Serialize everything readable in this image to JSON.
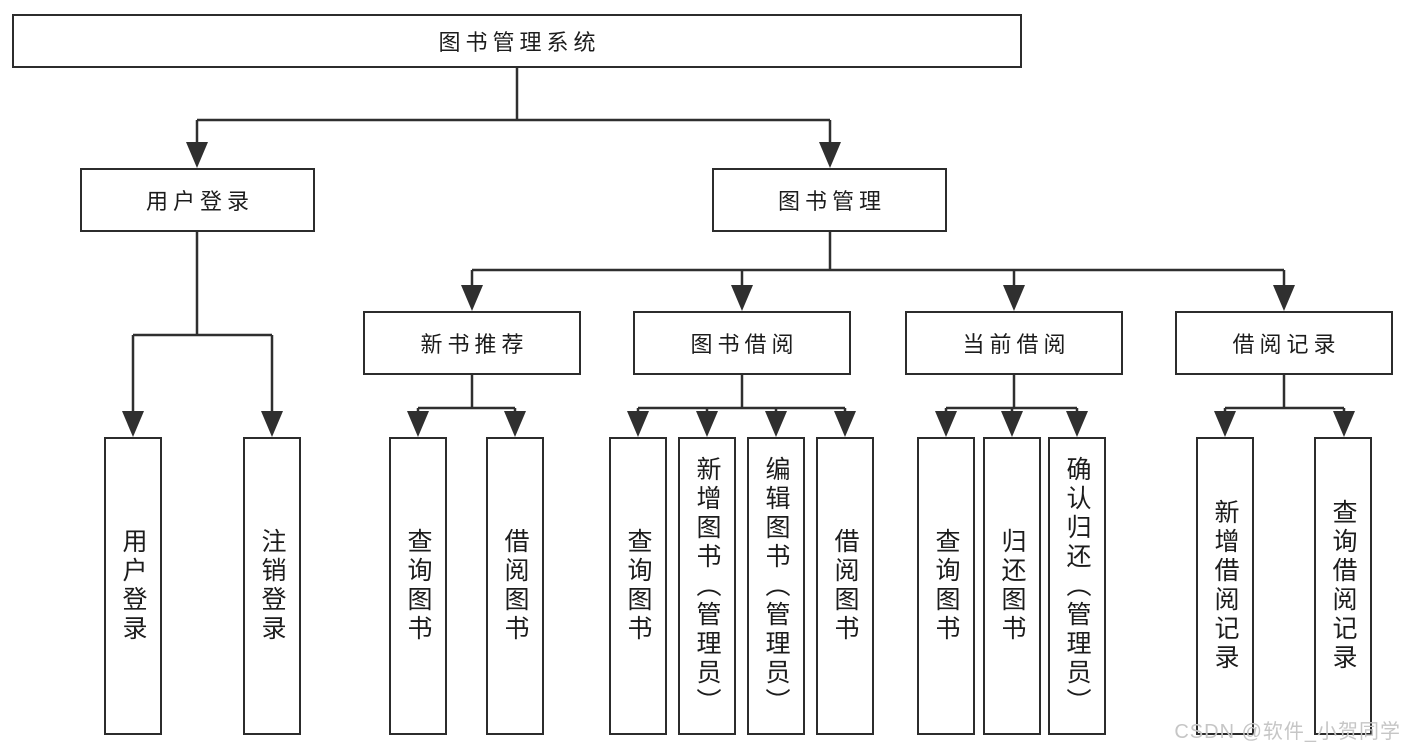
{
  "diagram": {
    "root": "图书管理系统",
    "level2": {
      "user_login": "用户登录",
      "book_management": "图书管理"
    },
    "level3": {
      "new_book_recommend": "新书推荐",
      "book_borrow": "图书借阅",
      "current_borrow": "当前借阅",
      "borrow_record": "借阅记录"
    },
    "leaves": {
      "login": "用户登录",
      "logout": "注销登录",
      "nb_query": "查询图书",
      "nb_borrow": "借阅图书",
      "bb_query": "查询图书",
      "bb_add": "新增图书（管理员）",
      "bb_edit": "编辑图书（管理员）",
      "bb_borrow": "借阅图书",
      "cb_query": "查询图书",
      "cb_return": "归还图书",
      "cb_confirm": "确认归还（管理员）",
      "br_add": "新增借阅记录",
      "br_query": "查询借阅记录"
    }
  },
  "watermark": "CSDN @软件_小贺同学",
  "colors": {
    "line": "#2f2f2f",
    "border": "#2c2c2c",
    "text": "#1c1c1c",
    "watermark": "#c6c6c6",
    "background": "#ffffff"
  }
}
